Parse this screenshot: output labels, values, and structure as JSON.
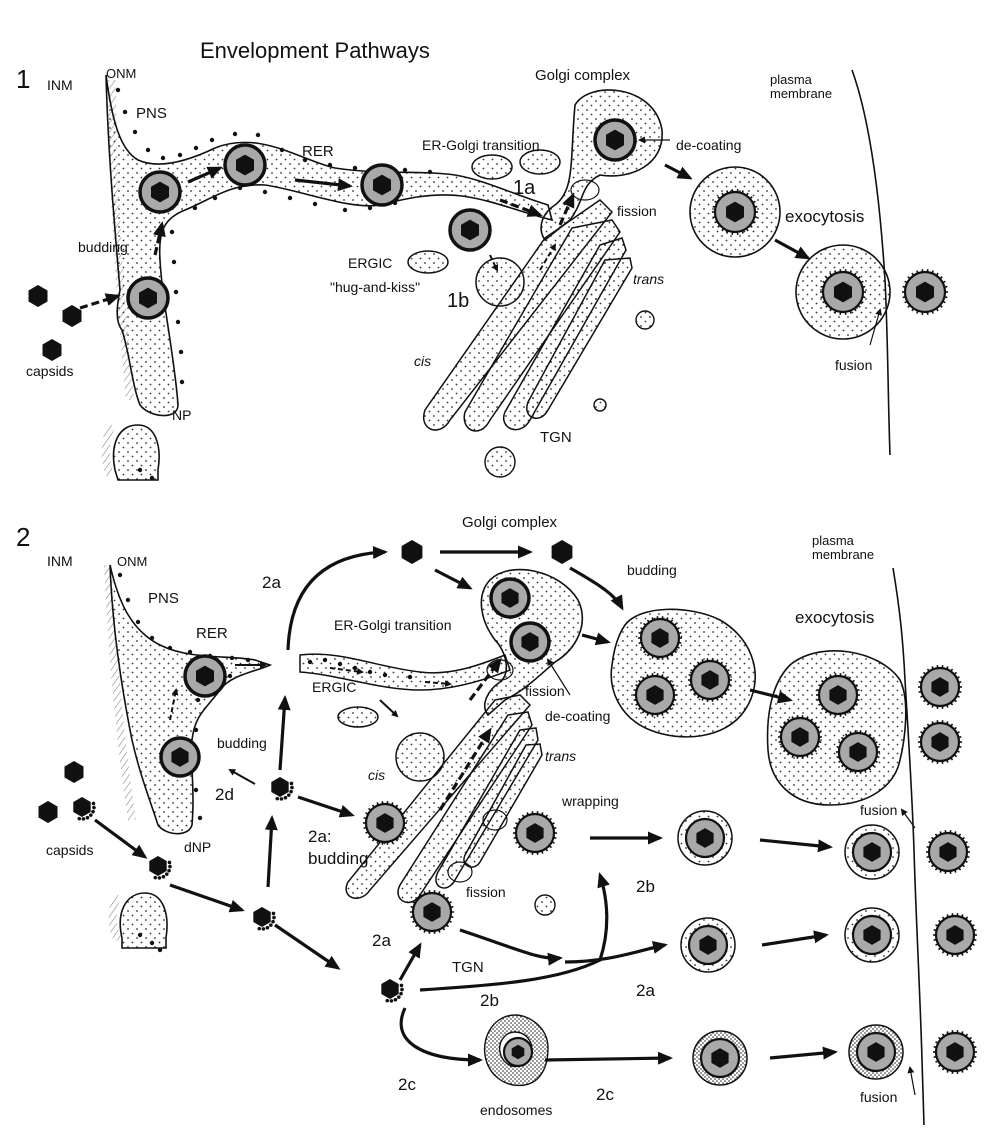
{
  "title": "Envelopment Pathways",
  "panel1": {
    "number": "1",
    "inm": "INM",
    "onm": "ONM",
    "pns": "PNS",
    "rer": "RER",
    "budding": "budding",
    "capsids": "capsids",
    "np": "NP",
    "ergic": "ERGIC",
    "hug_and_kiss": "\"hug-and-kiss\"",
    "er_golgi": "ER-Golgi transition",
    "golgi": "Golgi complex",
    "de_coating": "de-coating",
    "fission": "fission",
    "cis": "cis",
    "trans": "trans",
    "tgn": "TGN",
    "exocytosis": "exocytosis",
    "fusion": "fusion",
    "plasma_membrane": [
      "plasma",
      "membrane"
    ],
    "path_1a": "1a",
    "path_1b": "1b"
  },
  "panel2": {
    "number": "2",
    "inm": "INM",
    "onm": "ONM",
    "pns": "PNS",
    "rer": "RER",
    "budding_nuclear": "budding",
    "capsids": "capsids",
    "dnp": "dNP",
    "ergic": "ERGIC",
    "er_golgi": "ER-Golgi transition",
    "golgi": "Golgi complex",
    "fission_top": "fission",
    "de_coating": "de-coating",
    "cis": "cis",
    "trans": "trans",
    "tgn": "TGN",
    "budding_top": "budding",
    "exocytosis": "exocytosis",
    "plasma_membrane": [
      "plasma",
      "membrane"
    ],
    "wrapping": "wrapping",
    "fission_low": "fission",
    "fusion_mid": "fusion",
    "fusion_low": "fusion",
    "endosomes": "endosomes",
    "budding_2a": [
      "2a:",
      "budding"
    ],
    "path_2a_top": "2a",
    "path_2a_low": "2a",
    "path_2a_right": "2a",
    "path_2b_left": "2b",
    "path_2b_right": "2b",
    "path_2c_left": "2c",
    "path_2c_right": "2c",
    "path_2d": "2d"
  },
  "colors": {
    "ink": "#111111",
    "virion_gray": "#a9a9a9",
    "capsid_black": "#111111",
    "membrane_fill": "#ffffff"
  }
}
